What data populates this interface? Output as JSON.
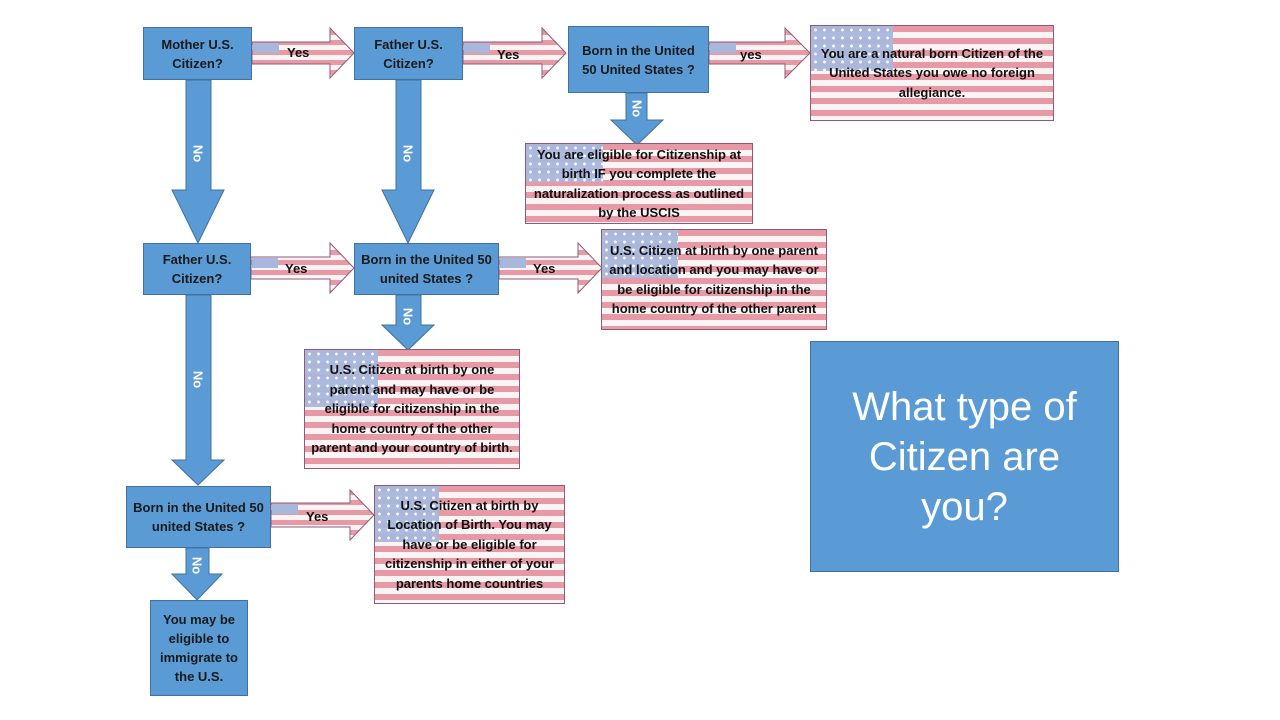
{
  "boxes": {
    "mother": "Mother U.S. Citizen?",
    "father1": "Father U.S. Citizen?",
    "born1": "Born in the United 50 United States ?",
    "natural": "You are a natural born Citizen of the United States you owe no foreign allegiance.",
    "eligible": "You are eligible for Citizenship at birth IF you complete the naturalization process as outlined by the USCIS",
    "father2": "Father U.S. Citizen?",
    "born2": "Born in the United 50 united States ?",
    "one_parent_location": "U.S. Citizen at birth by  one parent and location and you may have or be eligible for citizenship in the home country of the other parent",
    "one_parent": "U.S. Citizen at birth by one parent and may have or be eligible for citizenship in the home country of the other parent and your country of birth.",
    "born3": "Born in the United 50 united States ?",
    "location_birth": "U.S. Citizen at birth by Location of Birth. You may have or be eligible for citizenship in either of your parents home countries",
    "immigrate": "You may be eligible to immigrate to the U.S.",
    "title": "What type of Citizen are you?"
  },
  "labels": {
    "yes1": "Yes",
    "yes2": "Yes",
    "yes3": "yes",
    "yes4": "Yes",
    "yes5": "Yes",
    "yes6": "Yes",
    "no1": "No",
    "no2": "No",
    "no3": "No",
    "no4": "No",
    "no5": "No",
    "no6": "No"
  },
  "colors": {
    "box_fill": "#5b9bd5",
    "box_border": "#41719c",
    "stripe_red": "#e79aa5",
    "stripe_white": "#fbf4f4",
    "canton_blue": "#a8b8dc"
  }
}
